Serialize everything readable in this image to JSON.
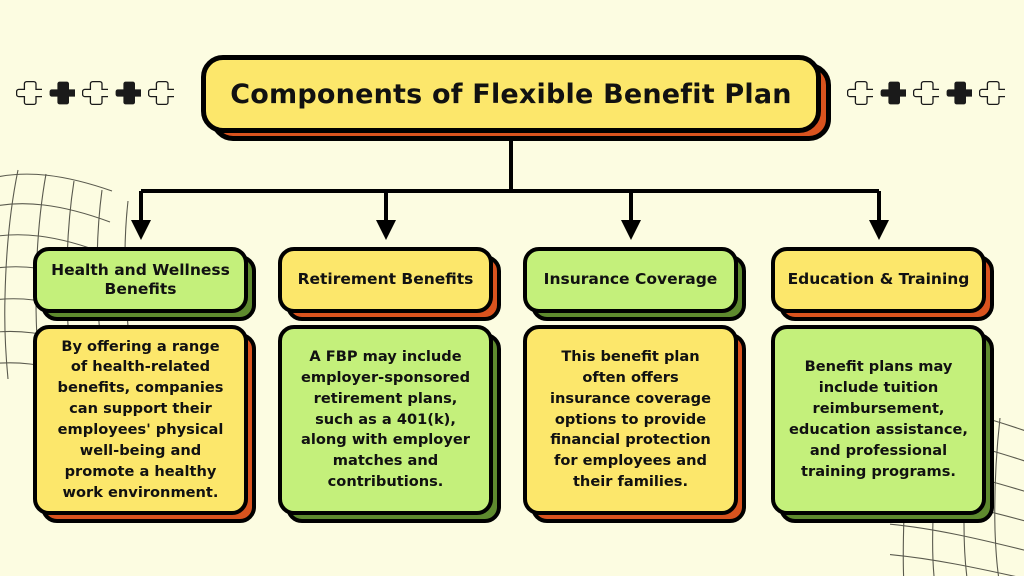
{
  "page": {
    "background_color": "#FCFCE1",
    "title": "Components of Flexible Benefit Plan"
  },
  "palette": {
    "yellow": "#FCE76B",
    "green": "#C4F07B",
    "orange_shadow": "#D9531E",
    "green_shadow": "#5E8A2E",
    "outline": "#000000",
    "background": "#FCFCE1"
  },
  "decorations": {
    "left_plus_row": [
      "plus-outline-icon",
      "plus-filled-icon",
      "plus-outline-icon",
      "plus-filled-icon",
      "plus-outline-icon"
    ],
    "right_plus_row": [
      "plus-outline-icon",
      "plus-filled-icon",
      "plus-outline-icon",
      "plus-filled-icon",
      "plus-outline-icon"
    ],
    "grid_mesh_positions": [
      "top-left",
      "bottom-right"
    ]
  },
  "columns": [
    {
      "header": "Health and Wellness Benefits",
      "header_fill": "green",
      "header_shadow": "green_shadow",
      "body": "By offering a range of health-related benefits, companies can support their employees' physical well-being and promote a healthy work environment.",
      "body_fill": "yellow",
      "body_shadow": "orange_shadow"
    },
    {
      "header": "Retirement Benefits",
      "header_fill": "yellow",
      "header_shadow": "orange_shadow",
      "body": "A FBP may include employer-sponsored retirement plans, such as a 401(k), along with employer matches and contributions.",
      "body_fill": "green",
      "body_shadow": "green_shadow"
    },
    {
      "header": "Insurance Coverage",
      "header_fill": "green",
      "header_shadow": "green_shadow",
      "body": "This benefit plan often offers insurance coverage options to provide financial protection for employees and their families.",
      "body_fill": "yellow",
      "body_shadow": "orange_shadow"
    },
    {
      "header": "Education & Training",
      "header_fill": "yellow",
      "header_shadow": "orange_shadow",
      "body": "Benefit plans may include tuition reimbursement, education assistance, and professional training programs.",
      "body_fill": "green",
      "body_shadow": "green_shadow"
    }
  ]
}
